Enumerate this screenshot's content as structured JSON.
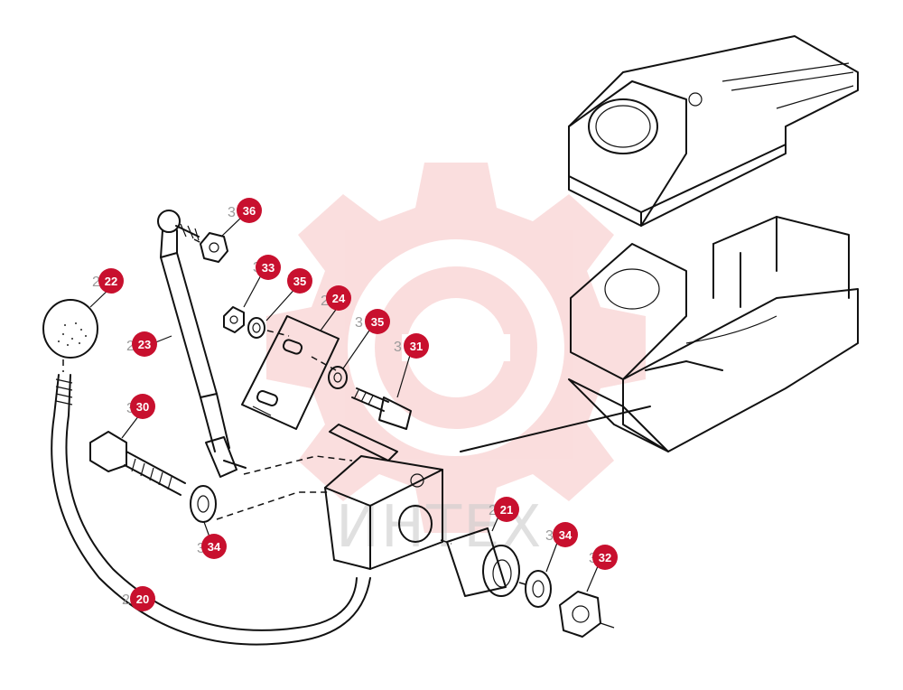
{
  "watermark": {
    "text": "ИНТЕХ",
    "color": "#f2a0a0"
  },
  "callouts": [
    {
      "id": "c36",
      "label": "36",
      "color": "#c8102e"
    },
    {
      "id": "c22",
      "label": "22",
      "color": "#c8102e"
    },
    {
      "id": "c33",
      "label": "33",
      "color": "#c8102e"
    },
    {
      "id": "c35a",
      "label": "35",
      "color": "#c8102e"
    },
    {
      "id": "c24",
      "label": "24",
      "color": "#c8102e"
    },
    {
      "id": "c23",
      "label": "23",
      "color": "#c8102e"
    },
    {
      "id": "c35b",
      "label": "35",
      "color": "#c8102e"
    },
    {
      "id": "c31",
      "label": "31",
      "color": "#c8102e"
    },
    {
      "id": "c30",
      "label": "30",
      "color": "#c8102e"
    },
    {
      "id": "c21",
      "label": "21",
      "color": "#c8102e"
    },
    {
      "id": "c34a",
      "label": "34",
      "color": "#c8102e"
    },
    {
      "id": "c34b",
      "label": "34",
      "color": "#c8102e"
    },
    {
      "id": "c32",
      "label": "32",
      "color": "#c8102e"
    },
    {
      "id": "c20",
      "label": "20",
      "color": "#c8102e"
    }
  ]
}
